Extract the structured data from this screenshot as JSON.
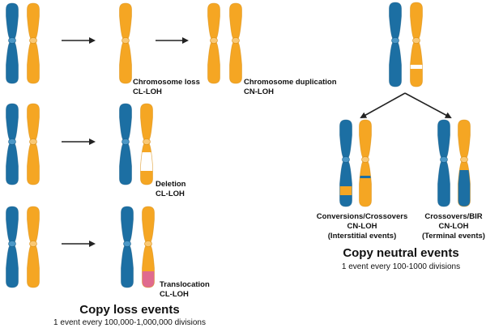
{
  "colors": {
    "blue": "#1c6fa3",
    "blue_dark": "#175e8b",
    "blue_centromere": "#4b97c6",
    "orange": "#f5a623",
    "orange_dark": "#d98d12",
    "orange_centromere": "#f9c874",
    "pink": "#e06a8e",
    "arrow": "#222222"
  },
  "copy_loss": {
    "title": "Copy loss events",
    "rate": "1 event every 100,000-1,000,000 divisions",
    "events": [
      {
        "name": "chromosome-loss",
        "label": "Chromosome loss",
        "type": "CL-LOH"
      },
      {
        "name": "chromosome-duplication",
        "label": "Chromosome duplication",
        "type": "CN-LOH"
      },
      {
        "name": "deletion",
        "label": "Deletion",
        "type": "CL-LOH"
      },
      {
        "name": "translocation",
        "label": "Translocation",
        "type": "CL-LOH"
      }
    ]
  },
  "copy_neutral": {
    "title": "Copy neutral events",
    "rate": "1 event every 100-1000 divisions",
    "events": [
      {
        "name": "conversions-crossovers",
        "label": "Conversions/Crossovers",
        "type": "CN-LOH",
        "note": "(Interstitial events)"
      },
      {
        "name": "crossovers-bir",
        "label": "Crossovers/BIR",
        "type": "CN-LOH",
        "note": "(Terminal events)"
      }
    ]
  }
}
